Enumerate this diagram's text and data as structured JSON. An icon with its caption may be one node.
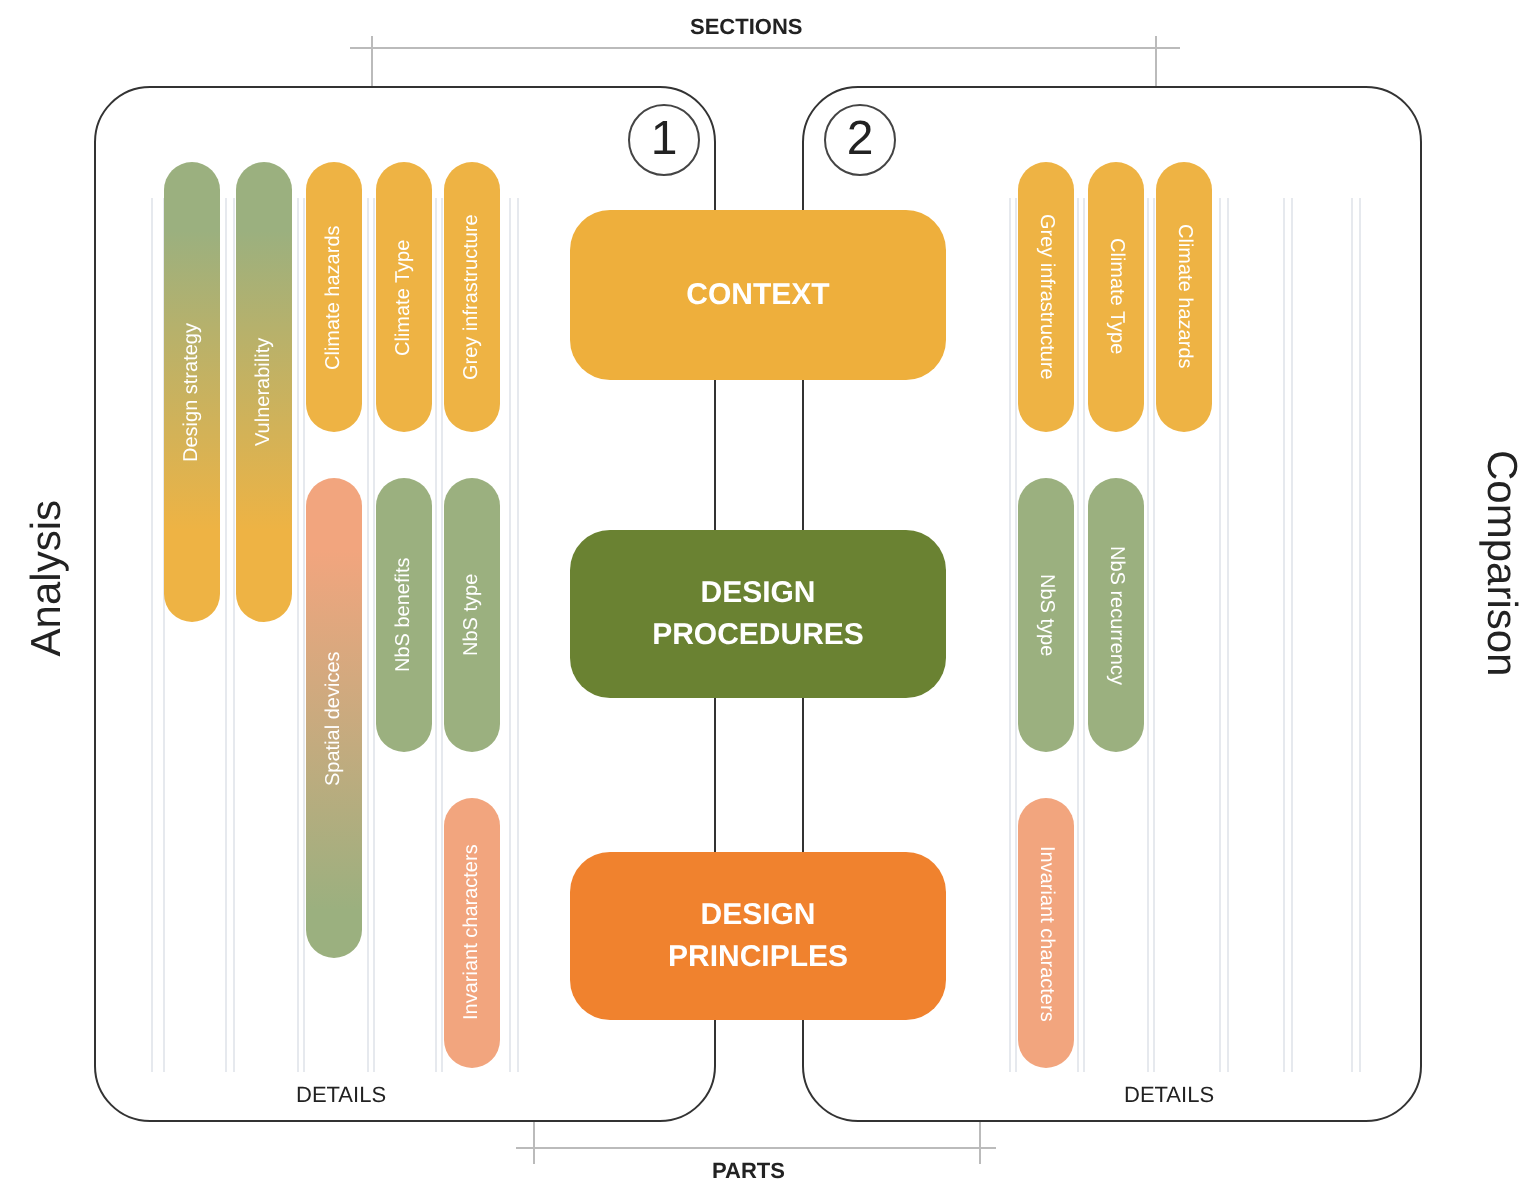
{
  "diagram": {
    "nodes": [
      {
        "text": [
          "DETAILS"
        ]
      },
      {
        "text": [
          "1"
        ],
        "in": 0
      },
      {
        "text": [
          "Design strategy"
        ],
        "in": 0
      },
      {
        "text": [
          "Vulnerability"
        ],
        "in": 0
      },
      {
        "text": [
          "Climate hazards"
        ],
        "in": 0
      },
      {
        "text": [
          "Climate Type"
        ],
        "in": 0
      },
      {
        "text": [
          "Grey infrastructure"
        ],
        "in": 0
      },
      {
        "text": [
          "Spatial devices"
        ],
        "in": 0
      },
      {
        "text": [
          "NbS benefits"
        ],
        "in": 0
      },
      {
        "text": [
          "NbS type"
        ],
        "in": 0
      },
      {
        "text": [
          "Invariant characters"
        ],
        "in": 0
      },
      {
        "text": [
          "DETAILS"
        ]
      },
      {
        "text": [
          "2"
        ],
        "in": 11
      },
      {
        "text": [
          "Grey infrastructure"
        ],
        "in": 11
      },
      {
        "text": [
          "Climate Type"
        ],
        "in": 11
      },
      {
        "text": [
          "Climate hazards"
        ],
        "in": 11
      },
      {
        "text": [
          "NbS type"
        ],
        "in": 11
      },
      {
        "text": [
          "NbS recurrency"
        ],
        "in": 11
      },
      {
        "text": [
          "Invariant characters"
        ],
        "in": 11
      },
      {
        "text": [
          "CONTEXT"
        ]
      },
      {
        "text": [
          "DESIGN PROCEDURES"
        ]
      },
      {
        "text": [
          "DESIGN PRINCIPLES"
        ]
      }
    ],
    "labels": [
      "SECTIONS",
      "Analysis",
      "Comparison",
      "PARTS"
    ]
  }
}
